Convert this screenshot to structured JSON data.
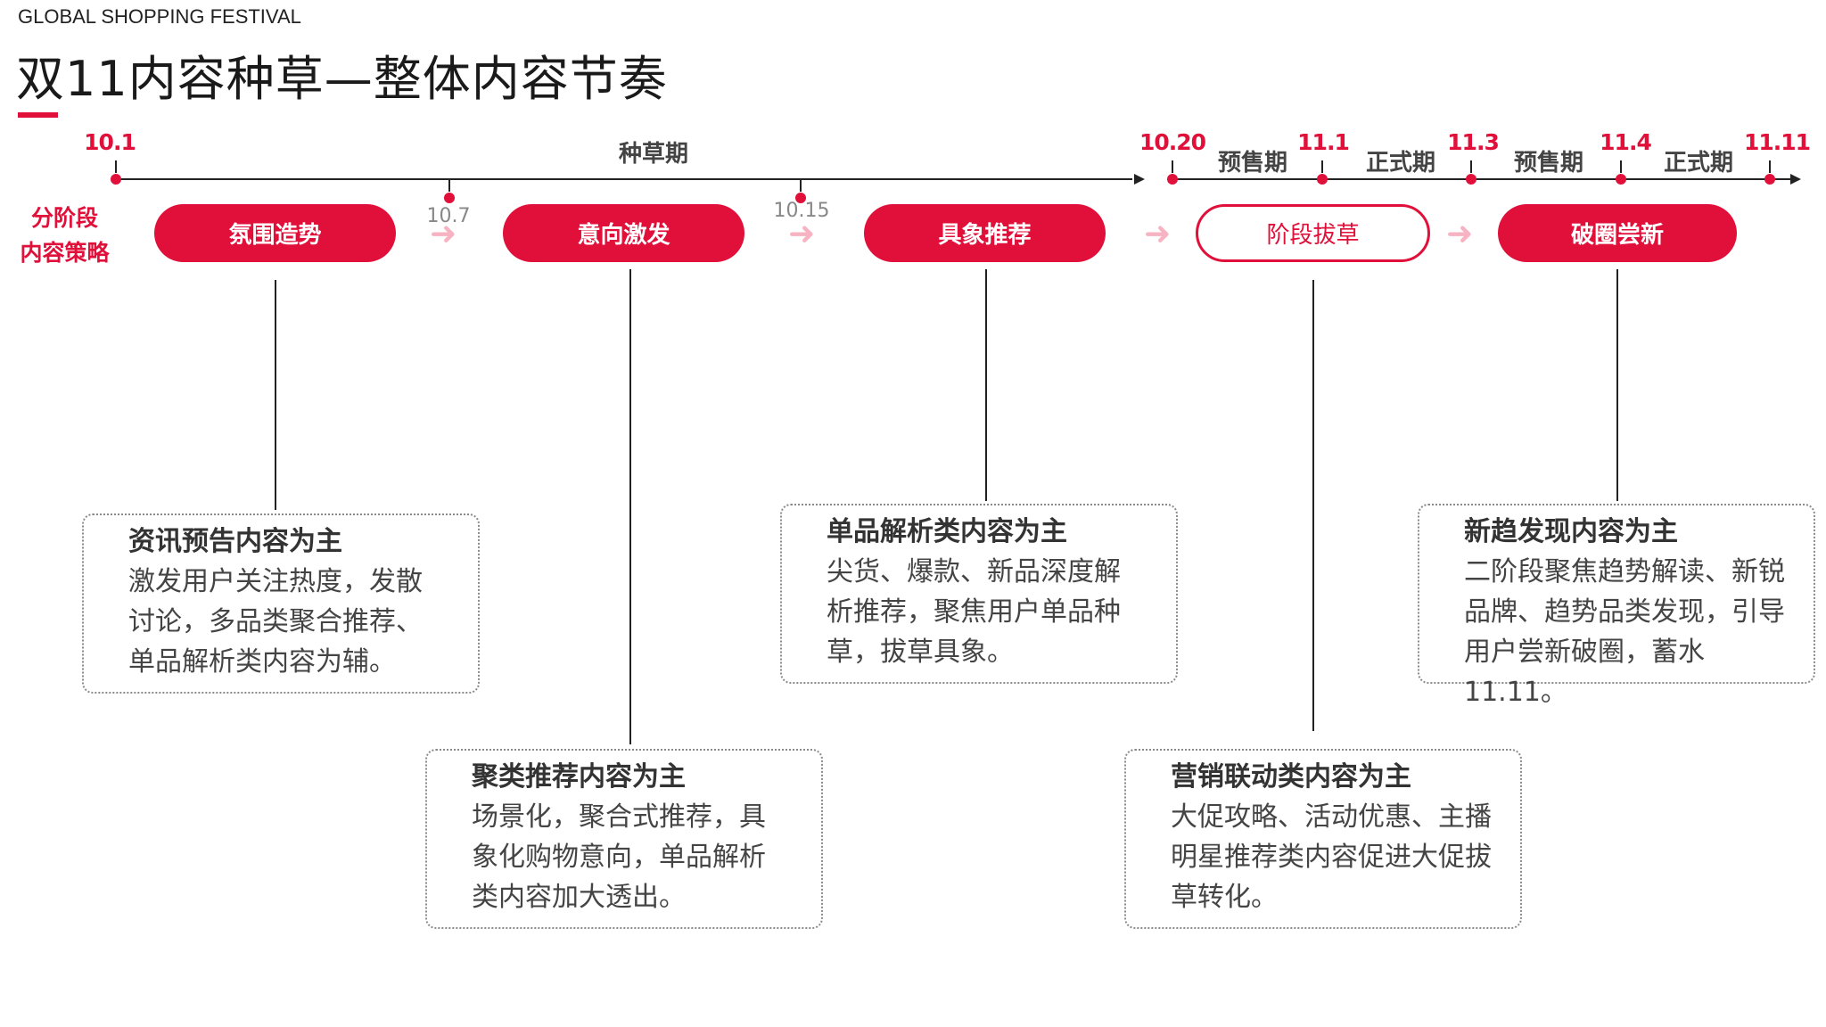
{
  "header": {
    "kicker": "GLOBAL SHOPPING FESTIVAL",
    "title": "双11内容种草—整体内容节奏"
  },
  "timeline": {
    "dates": {
      "d1": "10.1",
      "d2": "10.7",
      "d3": "10.15",
      "d4": "10.20",
      "d5": "11.1",
      "d6": "11.3",
      "d7": "11.4",
      "d8": "11.11"
    },
    "periods": {
      "seeding": "种草期",
      "presale1": "预售期",
      "formal1": "正式期",
      "presale2": "预售期",
      "formal2": "正式期"
    }
  },
  "strategy_label": {
    "line1": "分阶段",
    "line2": "内容策略"
  },
  "stages": [
    {
      "label": "氛围造势"
    },
    {
      "label": "意向激发"
    },
    {
      "label": "具象推荐"
    },
    {
      "label": "阶段拔草"
    },
    {
      "label": "破圈尝新"
    }
  ],
  "cards": [
    {
      "title": "资讯预告内容为主",
      "lines": [
        "激发用户关注热度，发散",
        "讨论，多品类聚合推荐、",
        "单品解析类内容为辅。"
      ]
    },
    {
      "title": "聚类推荐内容为主",
      "lines": [
        "场景化，聚合式推荐，具",
        "象化购物意向，单品解析",
        "类内容加大透出。"
      ]
    },
    {
      "title": "单品解析类内容为主",
      "lines": [
        "尖货、爆款、新品深度解",
        "析推荐，聚焦用户单品种",
        "草，拔草具象。"
      ]
    },
    {
      "title": "营销联动类内容为主",
      "lines": [
        "大促攻略、活动优惠、主播",
        "明星推荐类内容促进大促拔",
        "草转化。"
      ]
    },
    {
      "title": "新趋发现内容为主",
      "lines": [
        "二阶段聚焦趋势解读、新锐",
        "品牌、趋势品类发现，引导",
        "用户尝新破圈，蓄水11.11。"
      ]
    }
  ],
  "colors": {
    "accent": "#e0103a",
    "chevron": "#f7b3c2",
    "axis": "#222222"
  }
}
